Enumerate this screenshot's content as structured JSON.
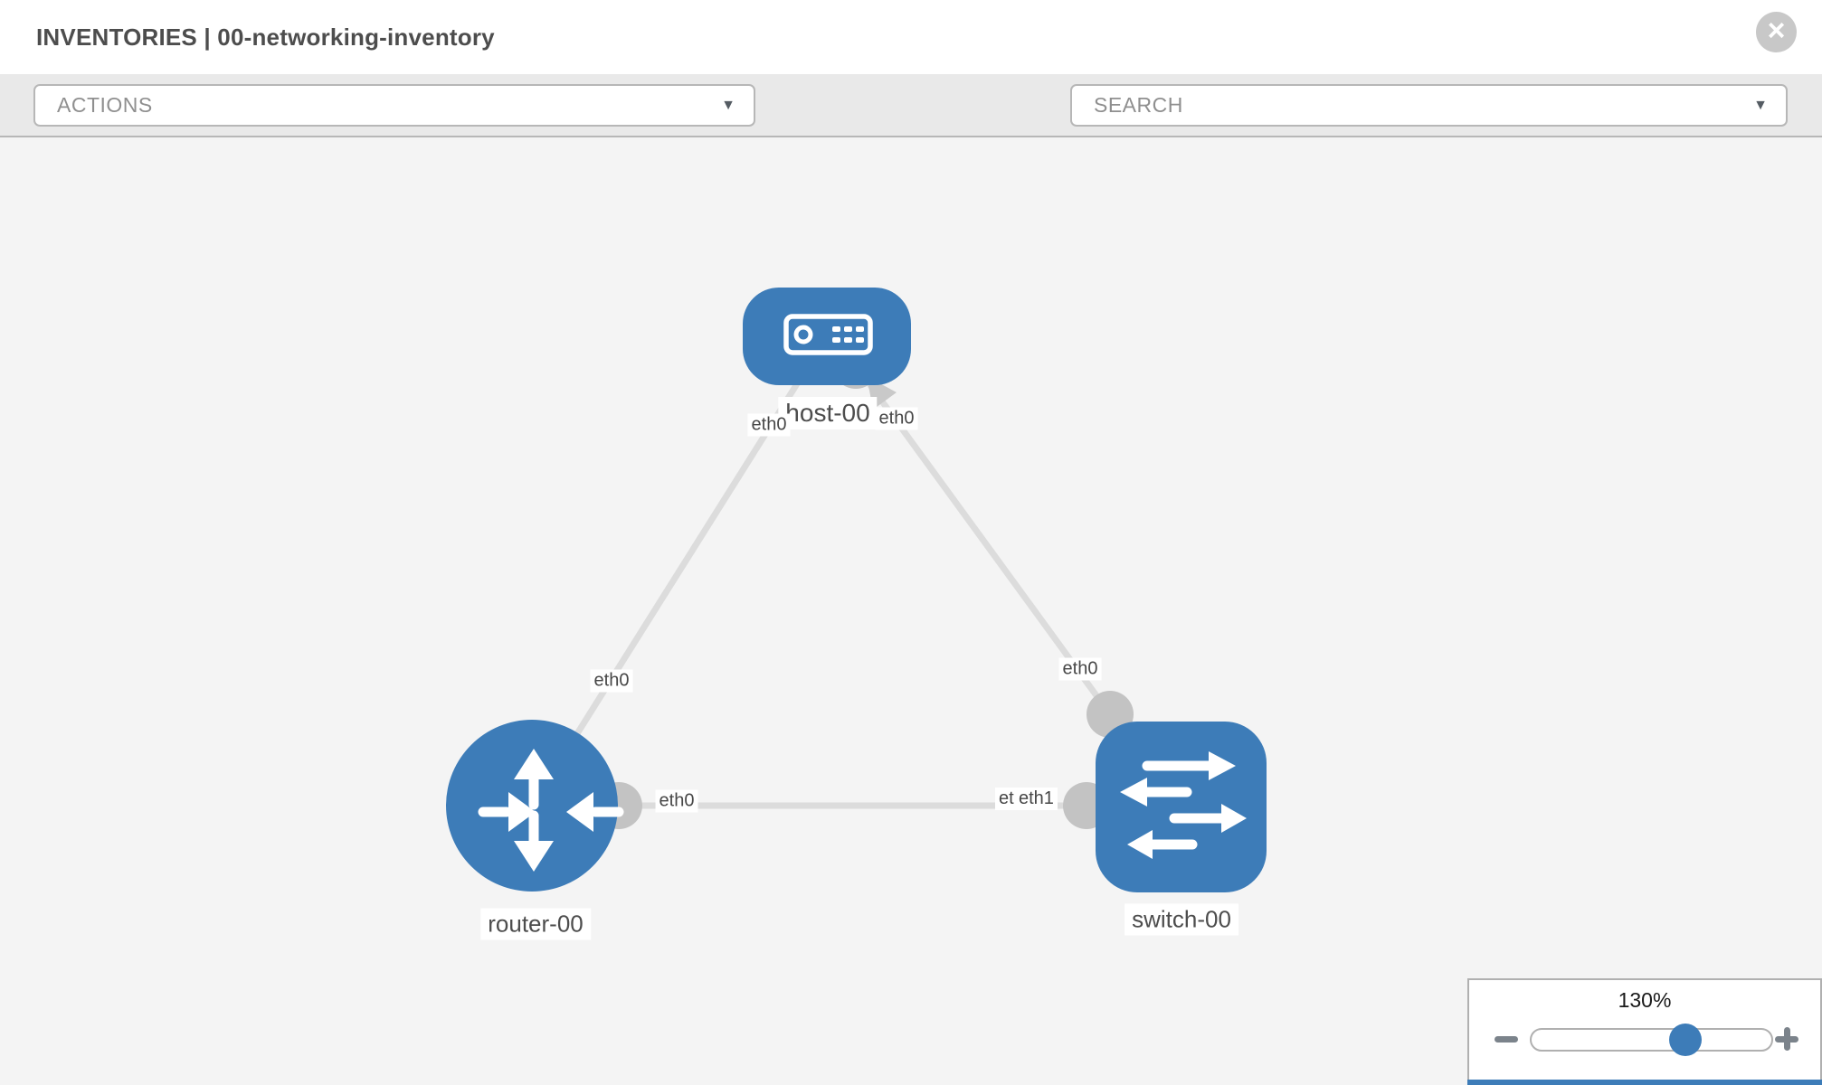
{
  "header": {
    "title": "INVENTORIES | 00-networking-inventory"
  },
  "toolbar": {
    "actions_label": "ACTIONS",
    "search_placeholder": "SEARCH",
    "icons": [
      "wrench-icon",
      "key-icon"
    ]
  },
  "diagram": {
    "nodes": [
      {
        "id": "host-00",
        "label": "host-00",
        "type": "host"
      },
      {
        "id": "router-00",
        "label": "router-00",
        "type": "router"
      },
      {
        "id": "switch-00",
        "label": "switch-00",
        "type": "switch"
      }
    ],
    "links": [
      {
        "from": "router-00",
        "to": "host-00"
      },
      {
        "from": "host-00",
        "to": "switch-00"
      },
      {
        "from": "router-00",
        "to": "switch-00"
      }
    ],
    "interface_labels": {
      "host_left": "eth0",
      "host_right": "eth0",
      "router_host_mid": "eth0",
      "router_right": "eth0",
      "switch_top": "eth0",
      "switch_left_under": "eth0",
      "switch_left_over": "eth1"
    },
    "colors": {
      "node_blue": "#3d7cb8",
      "link_gray": "#dcdcdc",
      "endpoint_gray": "#c3c3c3",
      "canvas_bg": "#f4f4f4"
    }
  },
  "zoom_control": {
    "level_label": "130%",
    "slider_percent": 64
  }
}
